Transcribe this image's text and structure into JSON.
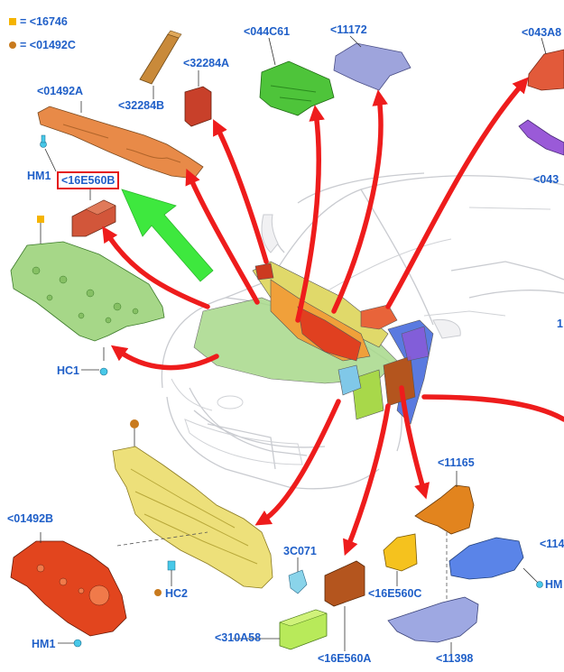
{
  "legend": {
    "square_text": "= <16746",
    "circle_text": "= <01492C",
    "square_color": "#f5b400",
    "circle_color": "#c87a1e"
  },
  "labels": {
    "p16746_top": "<16746",
    "p01492A": "<01492A",
    "p32284B": "<32284B",
    "p32284A": "<32284A",
    "p044C61": "<044C61",
    "p11172": "<11172",
    "p043A8_top": "<043A8",
    "p043_lower": "<043",
    "hm1_top": "HM1",
    "p16E560B": "<16E560B",
    "hc1": "HC1",
    "p01492B": "<01492B",
    "hm1_bottom": "HM1",
    "hc2": "HC2",
    "p3C071": "3C071",
    "p310A58": "<310A58",
    "p16E560A": "<16E560A",
    "p16E560C": "<16E560C",
    "p11165": "<11165",
    "p11398": "<11398",
    "p114_right": "<114",
    "hm_right": "HM",
    "partial_1": "1"
  },
  "colors": {
    "label_blue": "#1f5fc8",
    "arrow_red": "#ee1c1c",
    "arrow_green": "#3ee83e",
    "highlight_box": "#e41414"
  }
}
